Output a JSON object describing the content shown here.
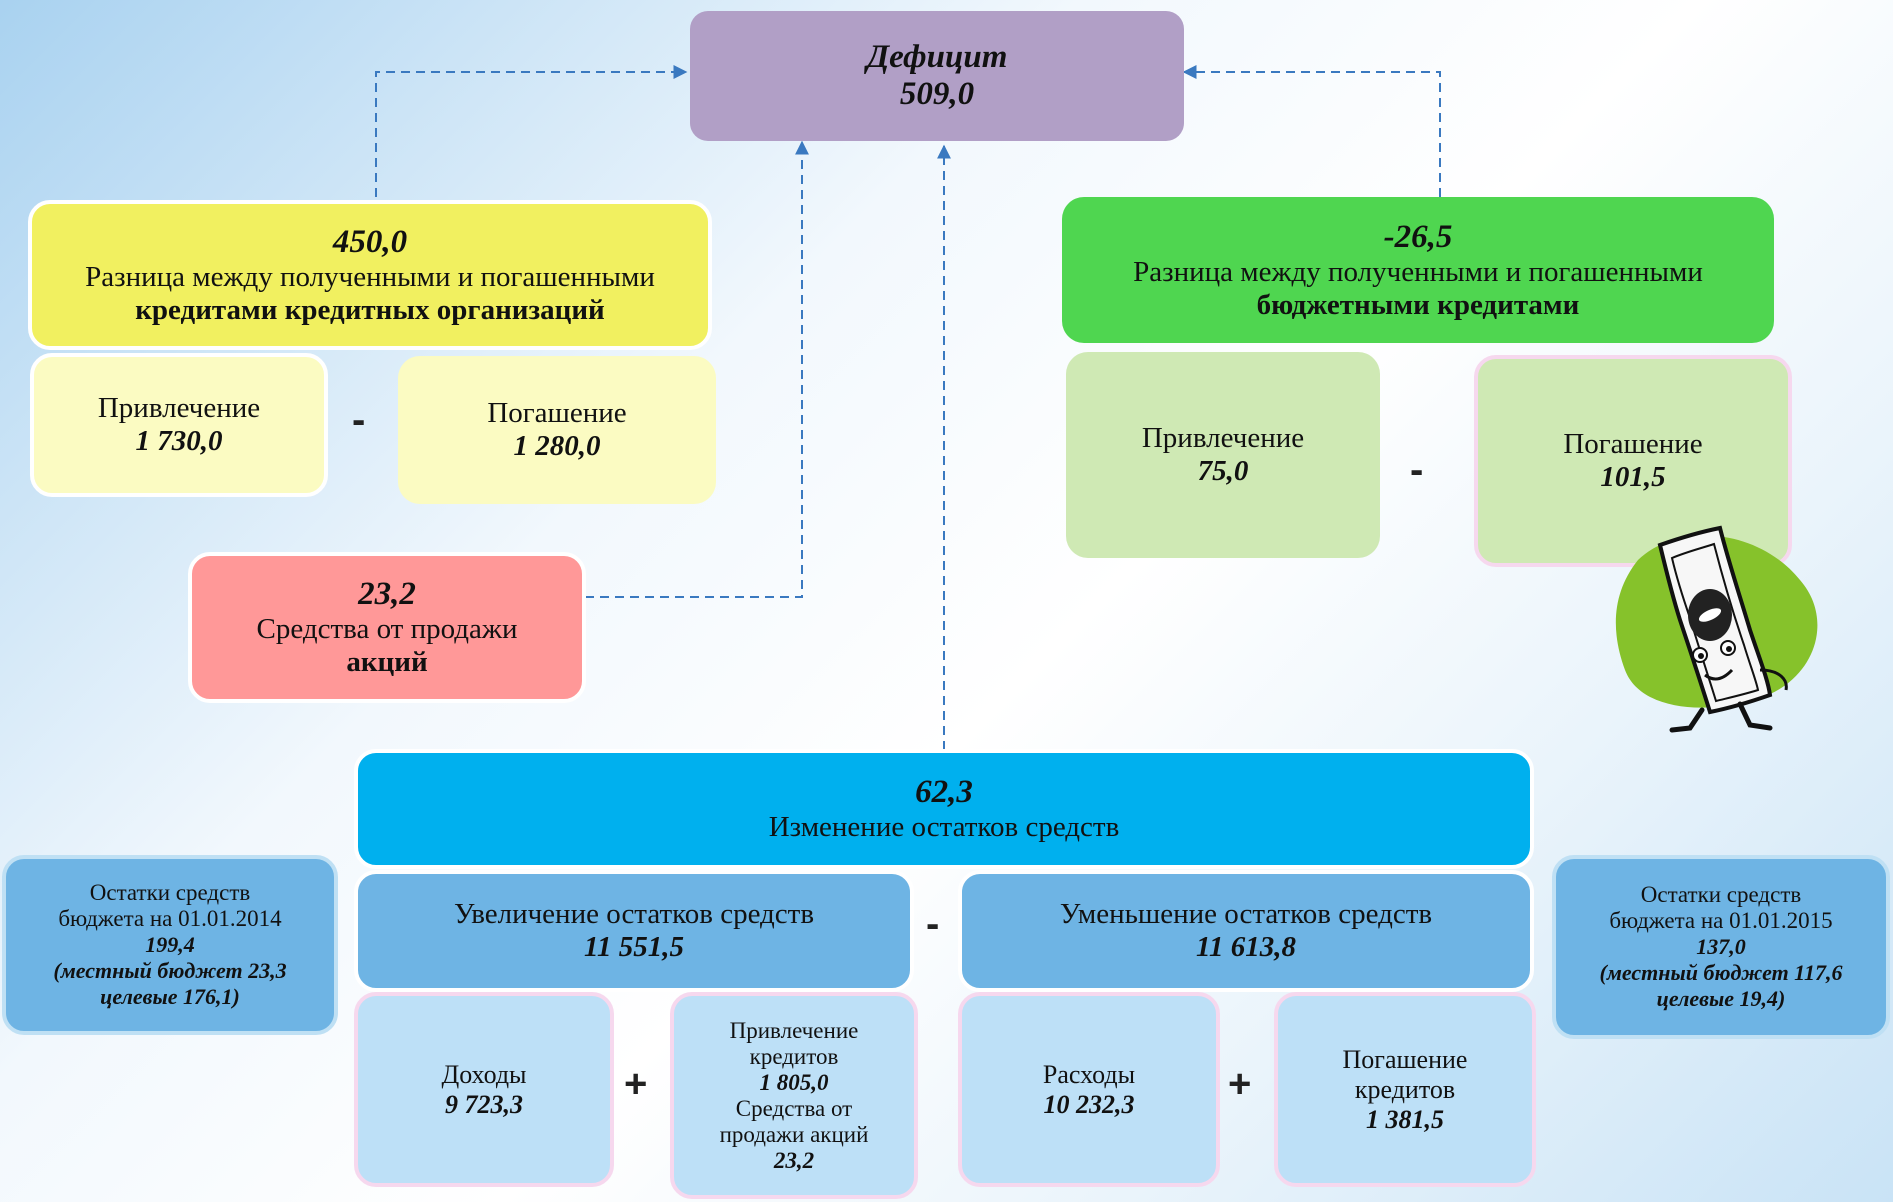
{
  "deficit": {
    "title": "Дефицит",
    "value": "509,0"
  },
  "credit_orgs": {
    "value": "450,0",
    "line1": "Разница между полученными и погашенными",
    "line2": "кредитами кредитных организаций",
    "inflow": {
      "label": "Привлечение",
      "value": "1 730,0"
    },
    "repay": {
      "label": "Погашение",
      "value": "1 280,0"
    },
    "operator": "-"
  },
  "budget_credits": {
    "value": "-26,5",
    "line1": "Разница между полученными и погашенными",
    "line2": "бюджетными кредитами",
    "inflow": {
      "label": "Привлечение",
      "value": "75,0"
    },
    "repay": {
      "label": "Погашение",
      "value": "101,5"
    },
    "operator": "-"
  },
  "shares": {
    "value": "23,2",
    "line1": "Средства от продажи",
    "line2": "акций"
  },
  "balance_change": {
    "value": "62,3",
    "label": "Изменение остатков средств",
    "increase": {
      "label": "Увеличение остатков средств",
      "value": "11 551,5"
    },
    "decrease": {
      "label": "Уменьшение остатков средств",
      "value": "11 613,8"
    },
    "operator": "-"
  },
  "income": {
    "label": "Доходы",
    "value": "9 723,3"
  },
  "borrowings": {
    "line1": "Привлечение",
    "line2": "кредитов",
    "value": "1 805,0",
    "line3": "Средства от",
    "line4": "продажи акций",
    "value2": "23,2"
  },
  "expenses": {
    "label": "Расходы",
    "value": "10 232,3"
  },
  "loan_repay": {
    "line1": "Погашение",
    "line2": "кредитов",
    "value": "1 381,5"
  },
  "plus_operator": "+",
  "balance_2014": {
    "line1": "Остатки средств",
    "line2": "бюджета на 01.01.2014",
    "value": "199,4",
    "note1": "(местный бюджет 23,3",
    "note2": "целевые 176,1)"
  },
  "balance_2015": {
    "line1": "Остатки средств",
    "line2": "бюджета на 01.01.2015",
    "value": "137,0",
    "note1": "(местный бюджет 117,6",
    "note2": "целевые 19,4)"
  },
  "colors": {
    "deficit": "#b19fc6",
    "credit_orgs": "#f1f060",
    "credit_sub": "#fbfbc2",
    "budget": "#4fd650",
    "budget_sub": "#cfe9b4",
    "shares": "#ff9898",
    "balance": "#00b0ee",
    "balance_sub": "#6eb4e4",
    "leaf": "#bde0f7",
    "connector": "#3a79c0",
    "mascot_blob": "#86c22b"
  },
  "icons": [
    "money-bill-mascot-icon"
  ]
}
